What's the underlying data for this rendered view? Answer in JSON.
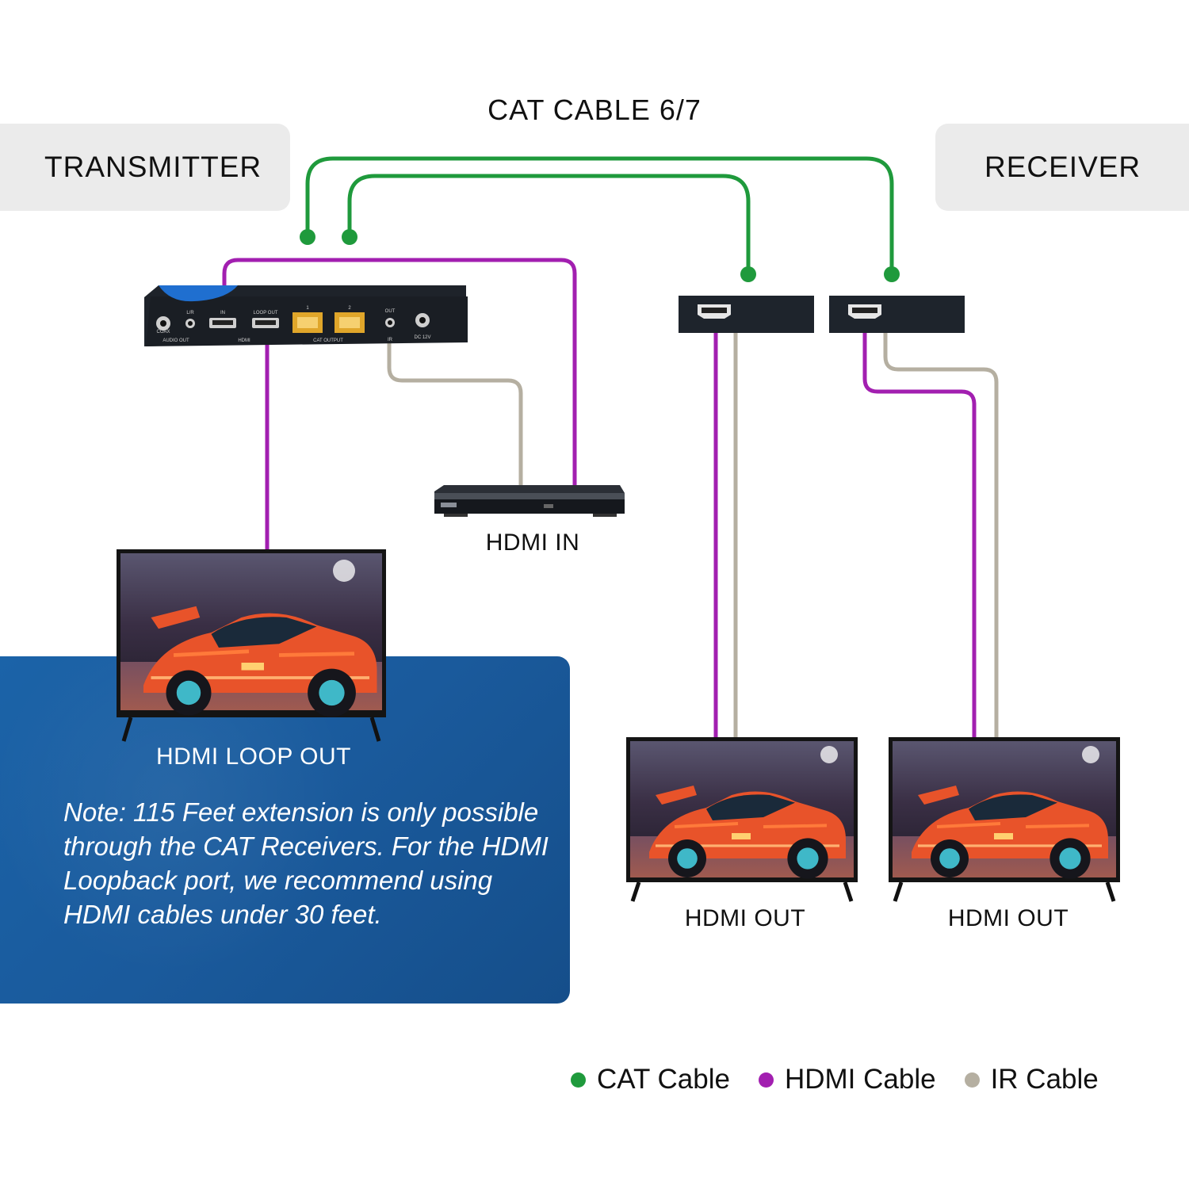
{
  "labels": {
    "transmitter": "TRANSMITTER",
    "receiver": "RECEIVER",
    "cat_cable_title": "CAT CABLE 6/7",
    "hdmi_in": "HDMI IN",
    "hdmi_loop_out": "HDMI LOOP OUT",
    "hdmi_out_1": "HDMI OUT",
    "hdmi_out_2": "HDMI OUT"
  },
  "note": "Note: 115 Feet extension is only possible through the CAT Receivers. For the HDMI Loopback port, we recommend using HDMI cables under 30 feet.",
  "transmitter_panel": {
    "port_labels": [
      "COAX",
      "L/R",
      "IN",
      "LOOP OUT",
      "1",
      "2",
      "OUT",
      "DC 12V"
    ],
    "group_labels": [
      "AUDIO OUT",
      "HDMI",
      "CAT OUTPUT",
      "IR"
    ]
  },
  "legend": [
    {
      "label": "CAT Cable",
      "color": "#1f9a3c"
    },
    {
      "label": "HDMI Cable",
      "color": "#a21fb0"
    },
    {
      "label": "IR Cable",
      "color": "#b5afa1"
    }
  ],
  "colors": {
    "cat": "#1f9a3c",
    "hdmi": "#a21fb0",
    "ir": "#b5afa1",
    "note_panel": "#1a5a9c",
    "pill": "#ebebeb"
  }
}
